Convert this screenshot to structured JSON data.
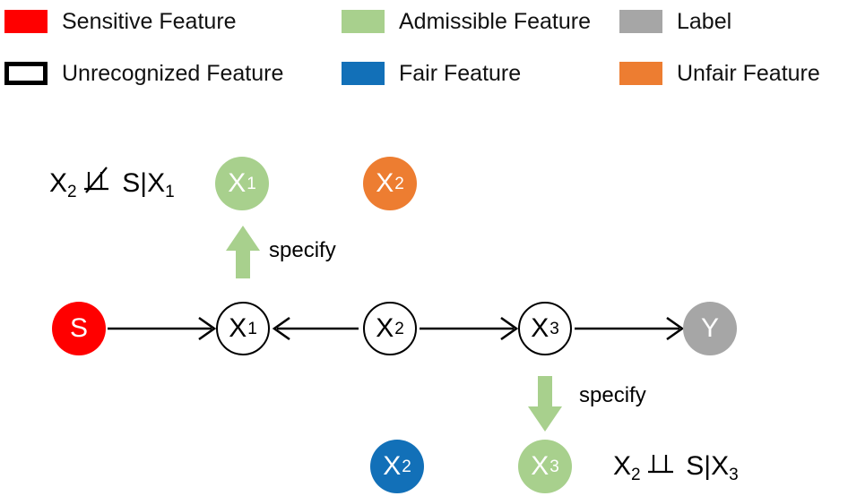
{
  "colors": {
    "sensitive": "#FF0000",
    "admissible": "#A8D08D",
    "label": "#A6A6A6",
    "unrecognized_fill": "#FFFFFF",
    "unrecognized_border": "#000000",
    "fair": "#1270B8",
    "unfair": "#ED7D31",
    "edge": "#000000",
    "arrow_specify": "#A8D08D"
  },
  "legend": {
    "items": [
      {
        "name": "sensitive-feature",
        "label": "Sensitive Feature",
        "color": "#FF0000",
        "style": "filled"
      },
      {
        "name": "admissible-feature",
        "label": "Admissible Feature",
        "color": "#A8D08D",
        "style": "filled"
      },
      {
        "name": "label",
        "label": "Label",
        "color": "#A6A6A6",
        "style": "filled"
      },
      {
        "name": "unrecognized-feature",
        "label": "Unrecognized Feature",
        "color": "#FFFFFF",
        "style": "outlined"
      },
      {
        "name": "fair-feature",
        "label": "Fair Feature",
        "color": "#1270B8",
        "style": "filled"
      },
      {
        "name": "unfair-feature",
        "label": "Unfair Feature",
        "color": "#ED7D31",
        "style": "filled"
      }
    ]
  },
  "diagram": {
    "nodes": {
      "s": {
        "label": "S",
        "sub": "",
        "color": "#FF0000",
        "style": "filled"
      },
      "x1_graph": {
        "label": "X",
        "sub": "1",
        "style": "hollow"
      },
      "x2_graph": {
        "label": "X",
        "sub": "2",
        "style": "hollow"
      },
      "x3_graph": {
        "label": "X",
        "sub": "3",
        "style": "hollow"
      },
      "y": {
        "label": "Y",
        "sub": "",
        "color": "#A6A6A6",
        "style": "filled"
      },
      "x1_admissible": {
        "label": "X",
        "sub": "1",
        "color": "#A8D08D",
        "style": "filled"
      },
      "x2_unfair": {
        "label": "X",
        "sub": "2",
        "color": "#ED7D31",
        "style": "filled"
      },
      "x2_fair": {
        "label": "X",
        "sub": "2",
        "color": "#1270B8",
        "style": "filled"
      },
      "x3_admissible": {
        "label": "X",
        "sub": "3",
        "color": "#A8D08D",
        "style": "filled"
      }
    },
    "expressions": {
      "top_left": {
        "lhs": "X",
        "lhs_sub": "2",
        "relation": "not-independent",
        "rhs": "S|X",
        "rhs_sub": "1"
      },
      "bottom_right": {
        "lhs": "X",
        "lhs_sub": "2",
        "relation": "independent",
        "rhs": "S|X",
        "rhs_sub": "3"
      }
    },
    "annotations": {
      "specify_up": "specify",
      "specify_down": "specify"
    }
  }
}
